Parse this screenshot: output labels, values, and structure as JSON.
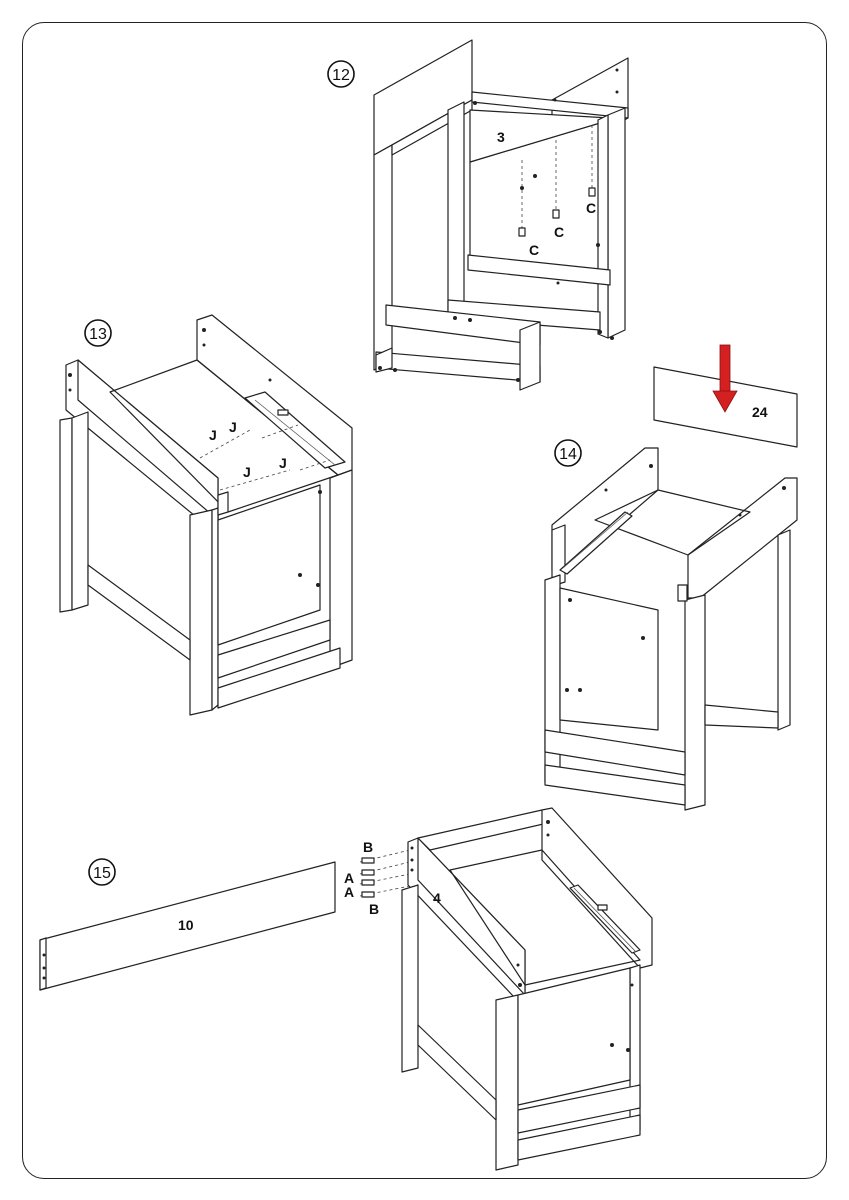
{
  "steps": [
    {
      "number": "12"
    },
    {
      "number": "13"
    },
    {
      "number": "14"
    },
    {
      "number": "15"
    }
  ],
  "labels": {
    "part_3": "3",
    "part_4": "4",
    "part_10": "10",
    "part_24": "24",
    "screw_c": "C",
    "slide_j": "J",
    "dowel_a": "A",
    "cam_b": "B"
  },
  "colors": {
    "arrow": "#d42020",
    "line": "#222222"
  }
}
